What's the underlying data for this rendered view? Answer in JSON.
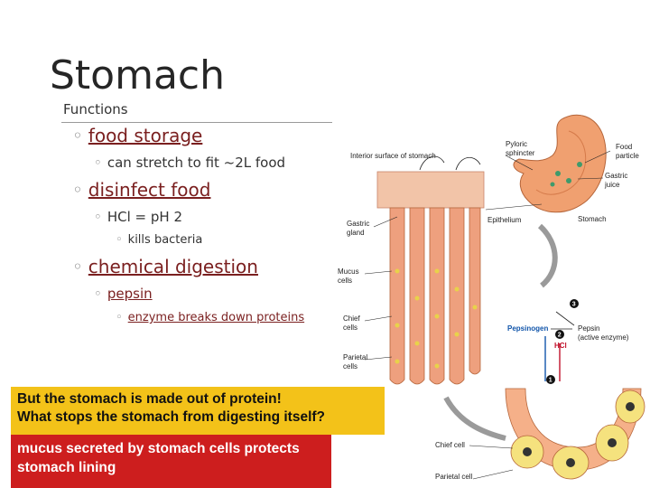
{
  "slide": {
    "title": "Stomach",
    "subtitle": "Functions",
    "bullets": {
      "b1": "food storage",
      "b1_1": "can stretch to fit ~2L food",
      "b2": "disinfect food",
      "b2_1": "HCl = pH 2",
      "b2_1_1": "kills bacteria",
      "b3": "chemical digestion",
      "b3_1": "pepsin",
      "b3_1_1": "enzyme breaks down proteins"
    },
    "question_line1": "But the stomach is made out of protein!",
    "question_line2": "What stops the stomach from digesting itself?",
    "answer_line1": "mucus secreted by stomach cells protects",
    "answer_line2": "stomach lining"
  },
  "diagram": {
    "interior": "Interior surface of stomach",
    "pyloric1": "Pyloric",
    "pyloric2": "sphincter",
    "food1": "Food",
    "food2": "particle",
    "gastric_juice1": "Gastric",
    "gastric_juice2": "juice",
    "epithelium": "Epithelium",
    "stomach": "Stomach",
    "gastric_gland1": "Gastric",
    "gastric_gland2": "gland",
    "mucus1": "Mucus",
    "mucus2": "cells",
    "chief1": "Chief",
    "chief2": "cells",
    "parietal1": "Parietal",
    "parietal2": "cells",
    "pepsinogen": "Pepsinogen",
    "pepsin": "Pepsin",
    "active": "(active enzyme)",
    "hcl": "HCl",
    "step1": "1",
    "step2": "2",
    "step3": "3",
    "chief_cell": "Chief cell",
    "parietal_cell": "Parietal cell"
  },
  "colors": {
    "answer_bg": "#cd1e1e",
    "question_bg": "#f3c219",
    "link": "#7a1f1f"
  }
}
